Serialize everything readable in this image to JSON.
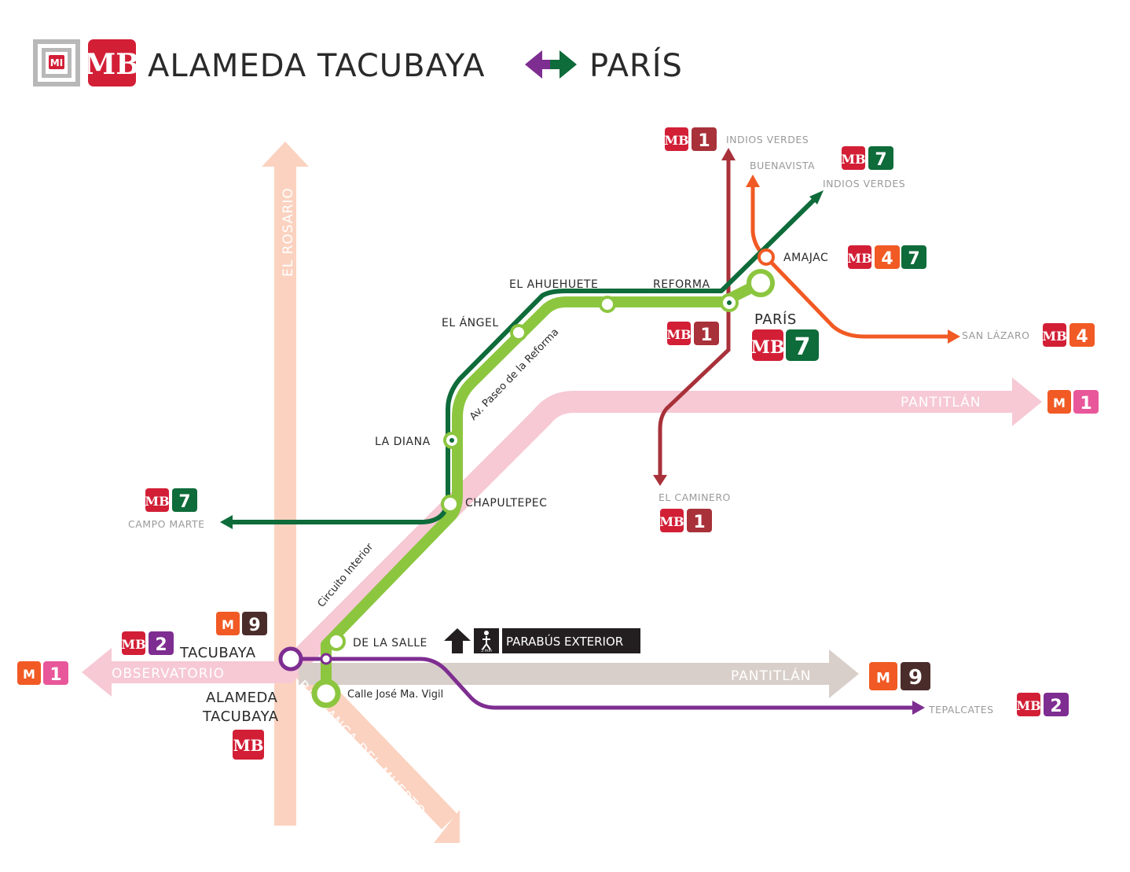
{
  "header": {
    "title_from": "ALAMEDA TACUBAYA",
    "title_to": "PARÍS",
    "mb_logo": "MB",
    "metro_logo": "MI"
  },
  "colors": {
    "main_route": "#8cc63f",
    "metrobus_line_7": "#0e6b3a",
    "metrobus_line_1": "#a8313a",
    "metrobus_line_4": "#f15a24",
    "metrobus_line_2": "#7e2d91",
    "metro_line_1": "#f6c9d4",
    "metro_line_9": "#d9cfca",
    "metro_line_7": "#fbd2c0",
    "mb_brand": "#d21f36",
    "metro_brand": "#f15a24"
  },
  "stations": {
    "el_angel": "EL ÁNGEL",
    "el_ahuehuete": "EL AHUEHUETE",
    "reforma": "REFORMA",
    "la_diana": "LA DIANA",
    "chapultepec": "CHAPULTEPEC",
    "de_la_salle": "DE LA SALLE",
    "tacubaya": "TACUBAYA",
    "alameda_tacubaya_1": "ALAMEDA",
    "alameda_tacubaya_2": "TACUBAYA",
    "paris": "PARÍS",
    "amajac": "AMAJAC"
  },
  "terminals": {
    "indios_verdes_1": "INDIOS VERDES",
    "buenavista": "BUENAVISTA",
    "indios_verdes_7": "INDIOS VERDES",
    "san_lazaro": "SAN LÁZARO",
    "el_caminero": "EL CAMINERO",
    "campo_marte": "CAMPO MARTE",
    "tepalcates": "TEPALCATES"
  },
  "roads": {
    "paseo_reforma": "Av. Paseo de la Reforma",
    "circuito_interior": "Circuito Interior",
    "jose_vigil": "Calle José Ma. Vigil"
  },
  "metro_arrows": {
    "el_rosario": "EL ROSARIO",
    "pantitlan_1": "PANTITLÁN",
    "observatorio": "OBSERVATORIO",
    "pantitlan_9": "PANTITLÁN",
    "barranca": "BARRANCA DEL MUERTO"
  },
  "badges": {
    "mb": "MB",
    "metro": "M",
    "line_1": "1",
    "line_2": "2",
    "line_4": "4",
    "line_7": "7",
    "line_9": "9"
  },
  "parabus": {
    "label": "PARABÚS EXTERIOR",
    "walk_time": "3 min"
  }
}
